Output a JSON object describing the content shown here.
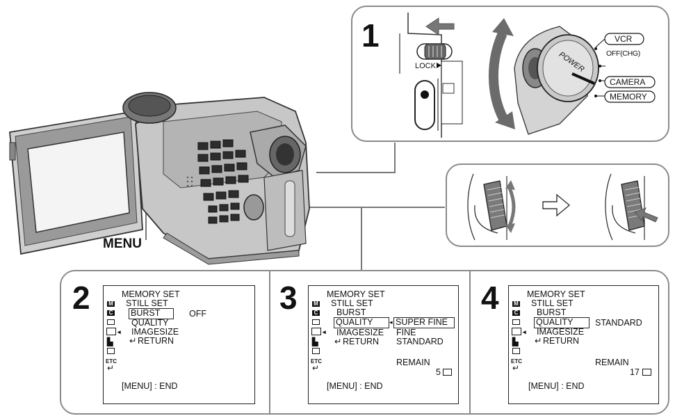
{
  "main_label": "MENU",
  "step1": {
    "number": "1",
    "lock_label": "LOCK",
    "power_label": "POWER",
    "modes": [
      "VCR",
      "OFF(CHG)",
      "CAMERA",
      "MEMORY"
    ]
  },
  "icons": {
    "etc_label": "ETC"
  },
  "steps": [
    {
      "number": "2",
      "menu_title": "MEMORY SET",
      "submenu": "STILL SET",
      "items": [
        "BURST",
        "QUALITY",
        "IMAGESIZE",
        "RETURN"
      ],
      "value": "OFF",
      "end_label": "[MENU] : END"
    },
    {
      "number": "3",
      "menu_title": "MEMORY SET",
      "submenu": "STILL SET",
      "items": [
        "BURST",
        "QUALITY",
        "IMAGESIZE",
        "RETURN"
      ],
      "options": [
        "SUPER FINE",
        "FINE",
        "STANDARD"
      ],
      "remain_label": "REMAIN",
      "remain_value": "5",
      "end_label": "[MENU] : END"
    },
    {
      "number": "4",
      "menu_title": "MEMORY SET",
      "submenu": "STILL SET",
      "items": [
        "BURST",
        "QUALITY",
        "IMAGESIZE",
        "RETURN"
      ],
      "value": "STANDARD",
      "remain_label": "REMAIN",
      "remain_value": "17",
      "end_label": "[MENU] : END"
    }
  ]
}
